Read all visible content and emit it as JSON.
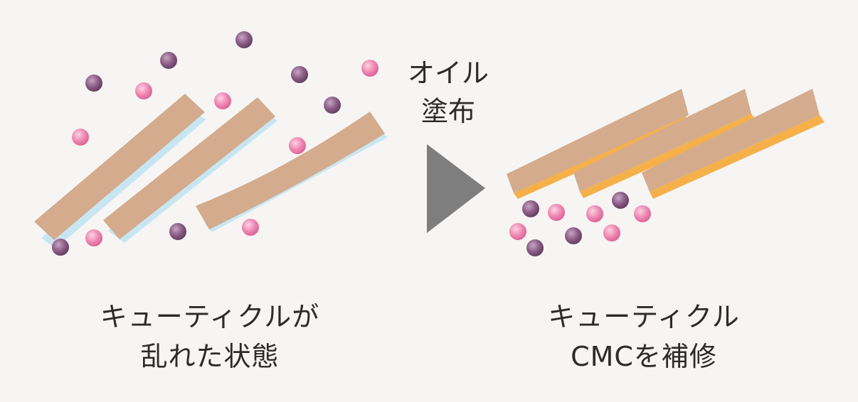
{
  "diagram": {
    "step_label": {
      "line1": "オイル",
      "line2": "塗布"
    },
    "before": {
      "caption_line1": "キューティクルが",
      "caption_line2": "乱れた状態"
    },
    "after": {
      "caption_line1": "キューティクル",
      "caption_line2": "CMCを補修"
    }
  },
  "colors": {
    "background": "#f6f5f4",
    "cuticle": "#d4ab8c",
    "before_edge": "#c8e6f2",
    "after_edge": "#f5b04a",
    "particle_purple": "#8c5c86",
    "particle_pink": "#ef88b2",
    "arrow": "#7e7e7e",
    "text": "#2e2a28"
  },
  "icons": [
    "purple-particle-icon",
    "pink-particle-icon",
    "play-arrow-icon"
  ]
}
